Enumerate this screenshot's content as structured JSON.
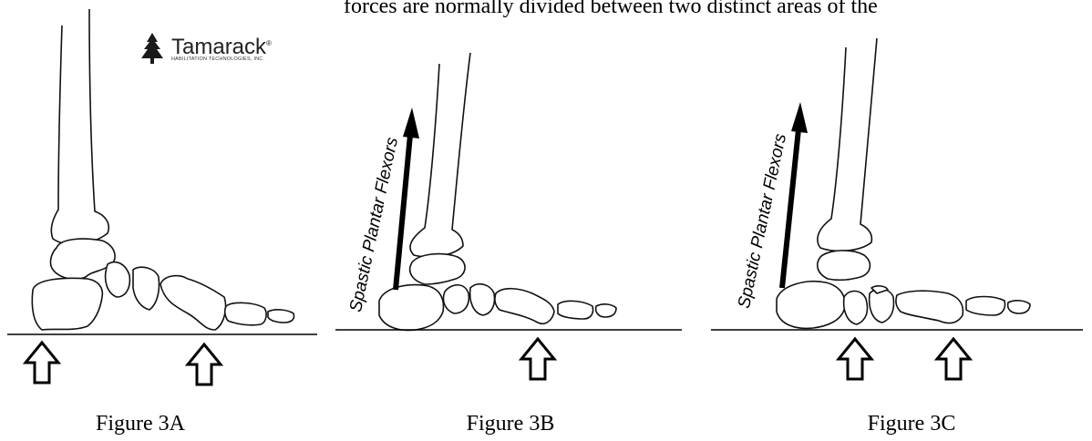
{
  "body_text": "forces are normally divided between two distinct areas of the",
  "logo": {
    "name": "Tamarack",
    "reg_mark": "®",
    "subtitle": "HABILITATION TECHNOLOGIES, INC."
  },
  "figures": [
    {
      "id": "3A",
      "caption": "Figure 3A",
      "muscle_label": ""
    },
    {
      "id": "3B",
      "caption": "Figure 3B",
      "muscle_label": "Spastic Plantar Flexors"
    },
    {
      "id": "3C",
      "caption": "Figure 3C",
      "muscle_label": "Spastic Plantar Flexors"
    }
  ]
}
